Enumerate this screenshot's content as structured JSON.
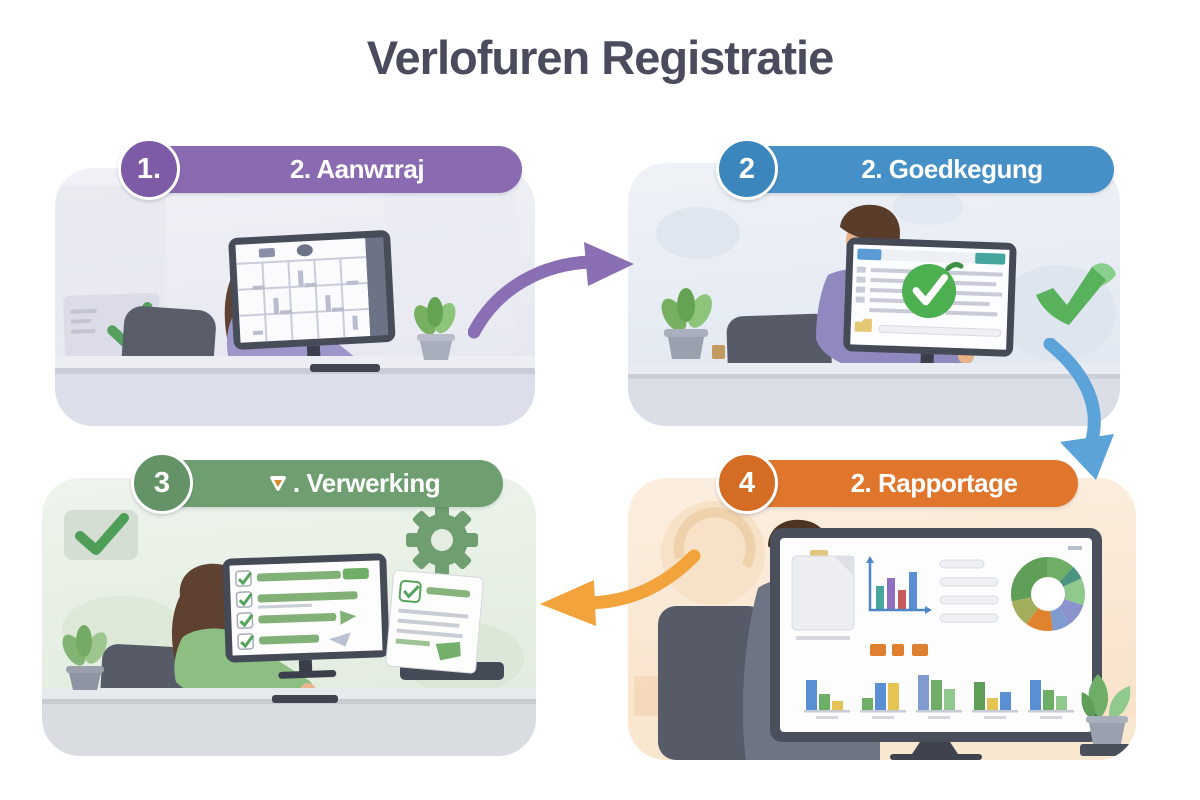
{
  "title": "Verlofuren Registratie",
  "title_color": "#4b4b5e",
  "steps": [
    {
      "badge": "1.",
      "label": "2. Aanwɪraj",
      "banner_color": "#8a6ab0",
      "badge_color": "#7d5ba6",
      "panel_color": "#ebebf3",
      "scene": "employee-filling-leave-calendar-on-monitor",
      "icons": [
        "approved-note-icon",
        "calendar-screen-icon",
        "potted-plant-icon"
      ]
    },
    {
      "badge": "2",
      "label": "2. Goedkegung",
      "banner_color": "#4590c6",
      "badge_color": "#3a86bd",
      "panel_color": "#e9edf4",
      "scene": "manager-approving-request-on-monitor",
      "icons": [
        "approval-check-screen-icon",
        "leaf-check-icon",
        "potted-plant-icon"
      ]
    },
    {
      "badge": "3",
      "label": ". Verwerking",
      "label_icon": "triangle-marker-icon",
      "banner_color": "#6f9f71",
      "badge_color": "#639367",
      "panel_color": "#e9f0e7",
      "scene": "employee-processing-checklist-on-monitor",
      "icons": [
        "check-badge-icon",
        "gear-icon",
        "checklist-screen-icon",
        "document-stand-icon",
        "potted-plant-icon"
      ]
    },
    {
      "badge": "4",
      "label": "2. Rapportage",
      "banner_color": "#e0762c",
      "badge_color": "#d56c24",
      "panel_color": "#fbe9d8",
      "scene": "analyst-reviewing-dashboard-with-charts",
      "icons": [
        "dashboard-screen-icon",
        "donut-chart-icon",
        "bar-chart-icon",
        "potted-plant-icon"
      ]
    }
  ],
  "arrows": [
    {
      "from_step": 1,
      "to_step": 2,
      "color": "#8a6fb5",
      "direction": "right"
    },
    {
      "from_step": 2,
      "to_step": 4,
      "color": "#5ba3d9",
      "direction": "down"
    },
    {
      "from_step": 4,
      "to_step": 3,
      "color": "#f2a33c",
      "direction": "left"
    }
  ]
}
